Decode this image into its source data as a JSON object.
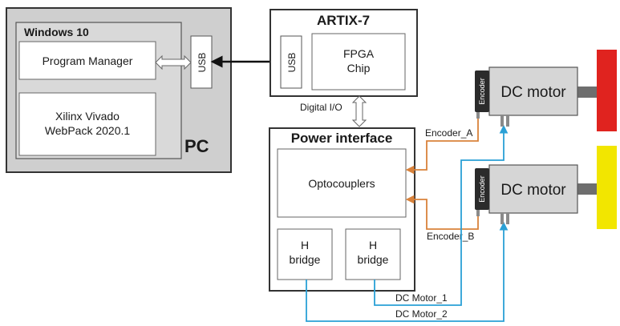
{
  "pc": {
    "os_title": "Windows 10",
    "program_manager": "Program Manager",
    "vivado_line1": "Xilinx Vivado",
    "vivado_line2": "WebPack 2020.1",
    "label": "PC",
    "usb": "USB"
  },
  "artix": {
    "title": "ARTIX-7",
    "usb": "USB",
    "fpga_line1": "FPGA",
    "fpga_line2": "Chip"
  },
  "digital_io": "Digital I/O",
  "power": {
    "title": "Power interface",
    "optocouplers": "Optocouplers",
    "hbridge1_line1": "H",
    "hbridge1_line2": "bridge",
    "hbridge2_line1": "H",
    "hbridge2_line2": "bridge"
  },
  "motors": {
    "motor1_label": "DC motor",
    "motor2_label": "DC motor",
    "encoder1_label": "Encoder",
    "encoder2_label": "Encoder"
  },
  "signals": {
    "encoder_a": "Encoder_A",
    "encoder_b": "Encoder_B",
    "dc_motor_1": "DC Motor_1",
    "dc_motor_2": "DC Motor_2"
  },
  "colors": {
    "pc_bg": "#cfcfcf",
    "box_fill": "#ffffff",
    "motor_body": "#d6d6d6",
    "encoder_wire": "#d9823b",
    "motor_wire": "#2aa0d6",
    "flag_top": "#e0231f",
    "flag_bottom": "#f2e600"
  }
}
